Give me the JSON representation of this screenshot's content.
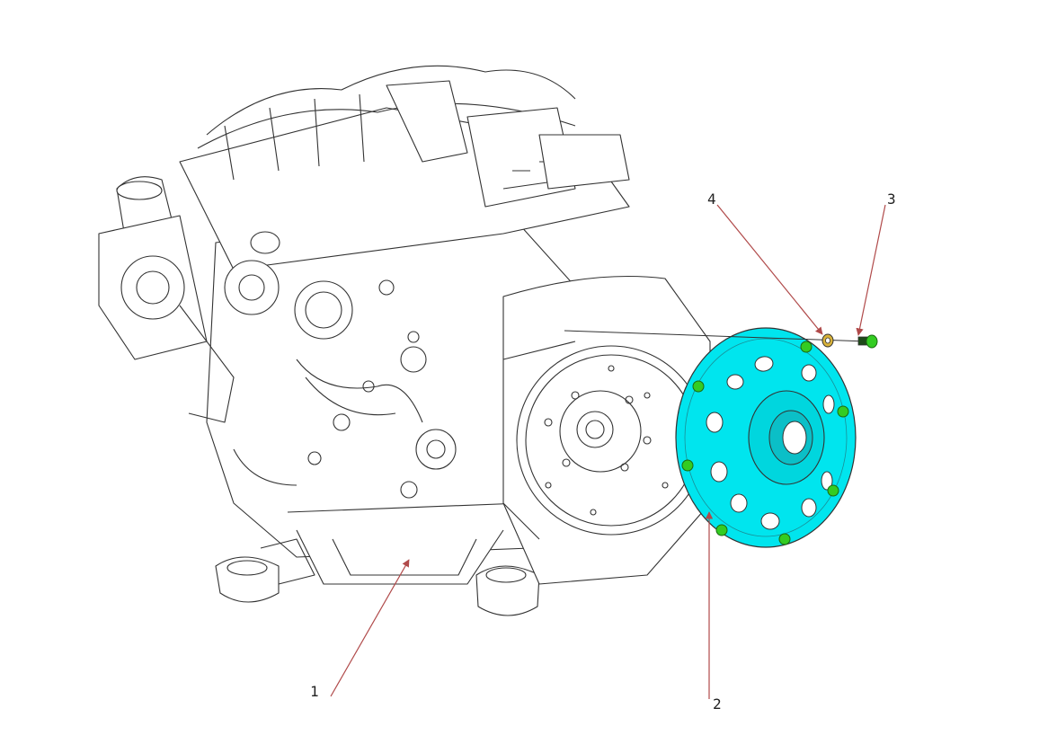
{
  "diagram": {
    "callouts": [
      {
        "id": "1",
        "label": "1"
      },
      {
        "id": "2",
        "label": "2"
      },
      {
        "id": "3",
        "label": "3"
      },
      {
        "id": "4",
        "label": "4"
      }
    ],
    "colors": {
      "highlight_plate": "#00e5ee",
      "bolt": "#33cc22",
      "washer": "#d8b23a",
      "leader": "#b04a4a",
      "outline": "#333333"
    },
    "icons": [
      "engine-drawing",
      "flexplate",
      "bolt-icon",
      "washer-icon"
    ]
  }
}
